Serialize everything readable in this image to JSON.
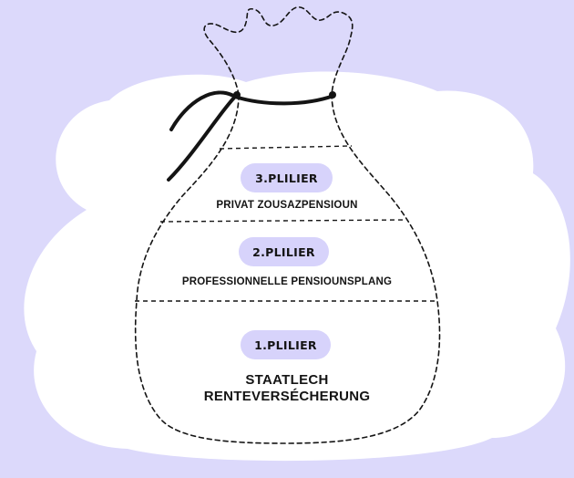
{
  "colors": {
    "background": "#dcd9fb",
    "cloud": "#ffffff",
    "pill": "#d7d3fb",
    "ink": "#141414"
  },
  "tiers": [
    {
      "badge": "3.PLILIER",
      "label_lines": [
        "PRIVAT ZOUSAZPENSIOUN"
      ]
    },
    {
      "badge": "2.PLILIER",
      "label_lines": [
        "PROFESSIONNELLE PENSIOUNSPLANG"
      ]
    },
    {
      "badge": "1.PLILIER",
      "label_lines": [
        "STAATLECH",
        "RENTEVERSÉCHERUNG"
      ]
    }
  ]
}
